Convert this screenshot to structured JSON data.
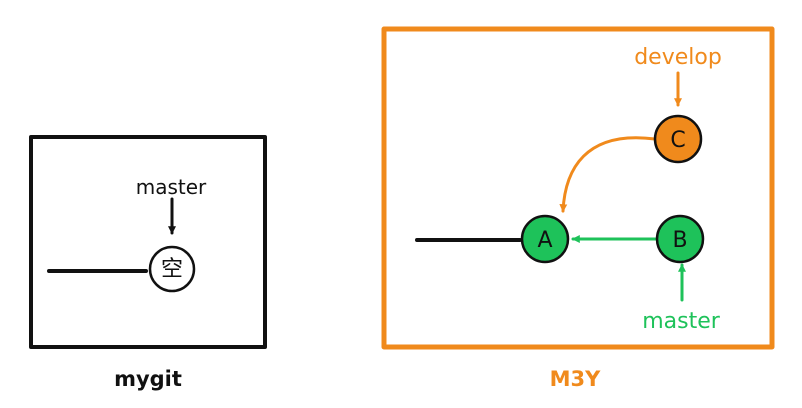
{
  "left_panel": {
    "caption": "mygit",
    "pointer_label": "master",
    "empty_node_label": "空"
  },
  "right_panel": {
    "caption": "M3Y",
    "develop_label": "develop",
    "master_label": "master",
    "commits": [
      {
        "id": "A",
        "label": "A"
      },
      {
        "id": "B",
        "label": "B"
      },
      {
        "id": "C",
        "label": "C"
      }
    ]
  },
  "colors": {
    "black": "#111111",
    "orange": "#f08a1c",
    "green": "#1ec25a",
    "white": "#ffffff"
  }
}
